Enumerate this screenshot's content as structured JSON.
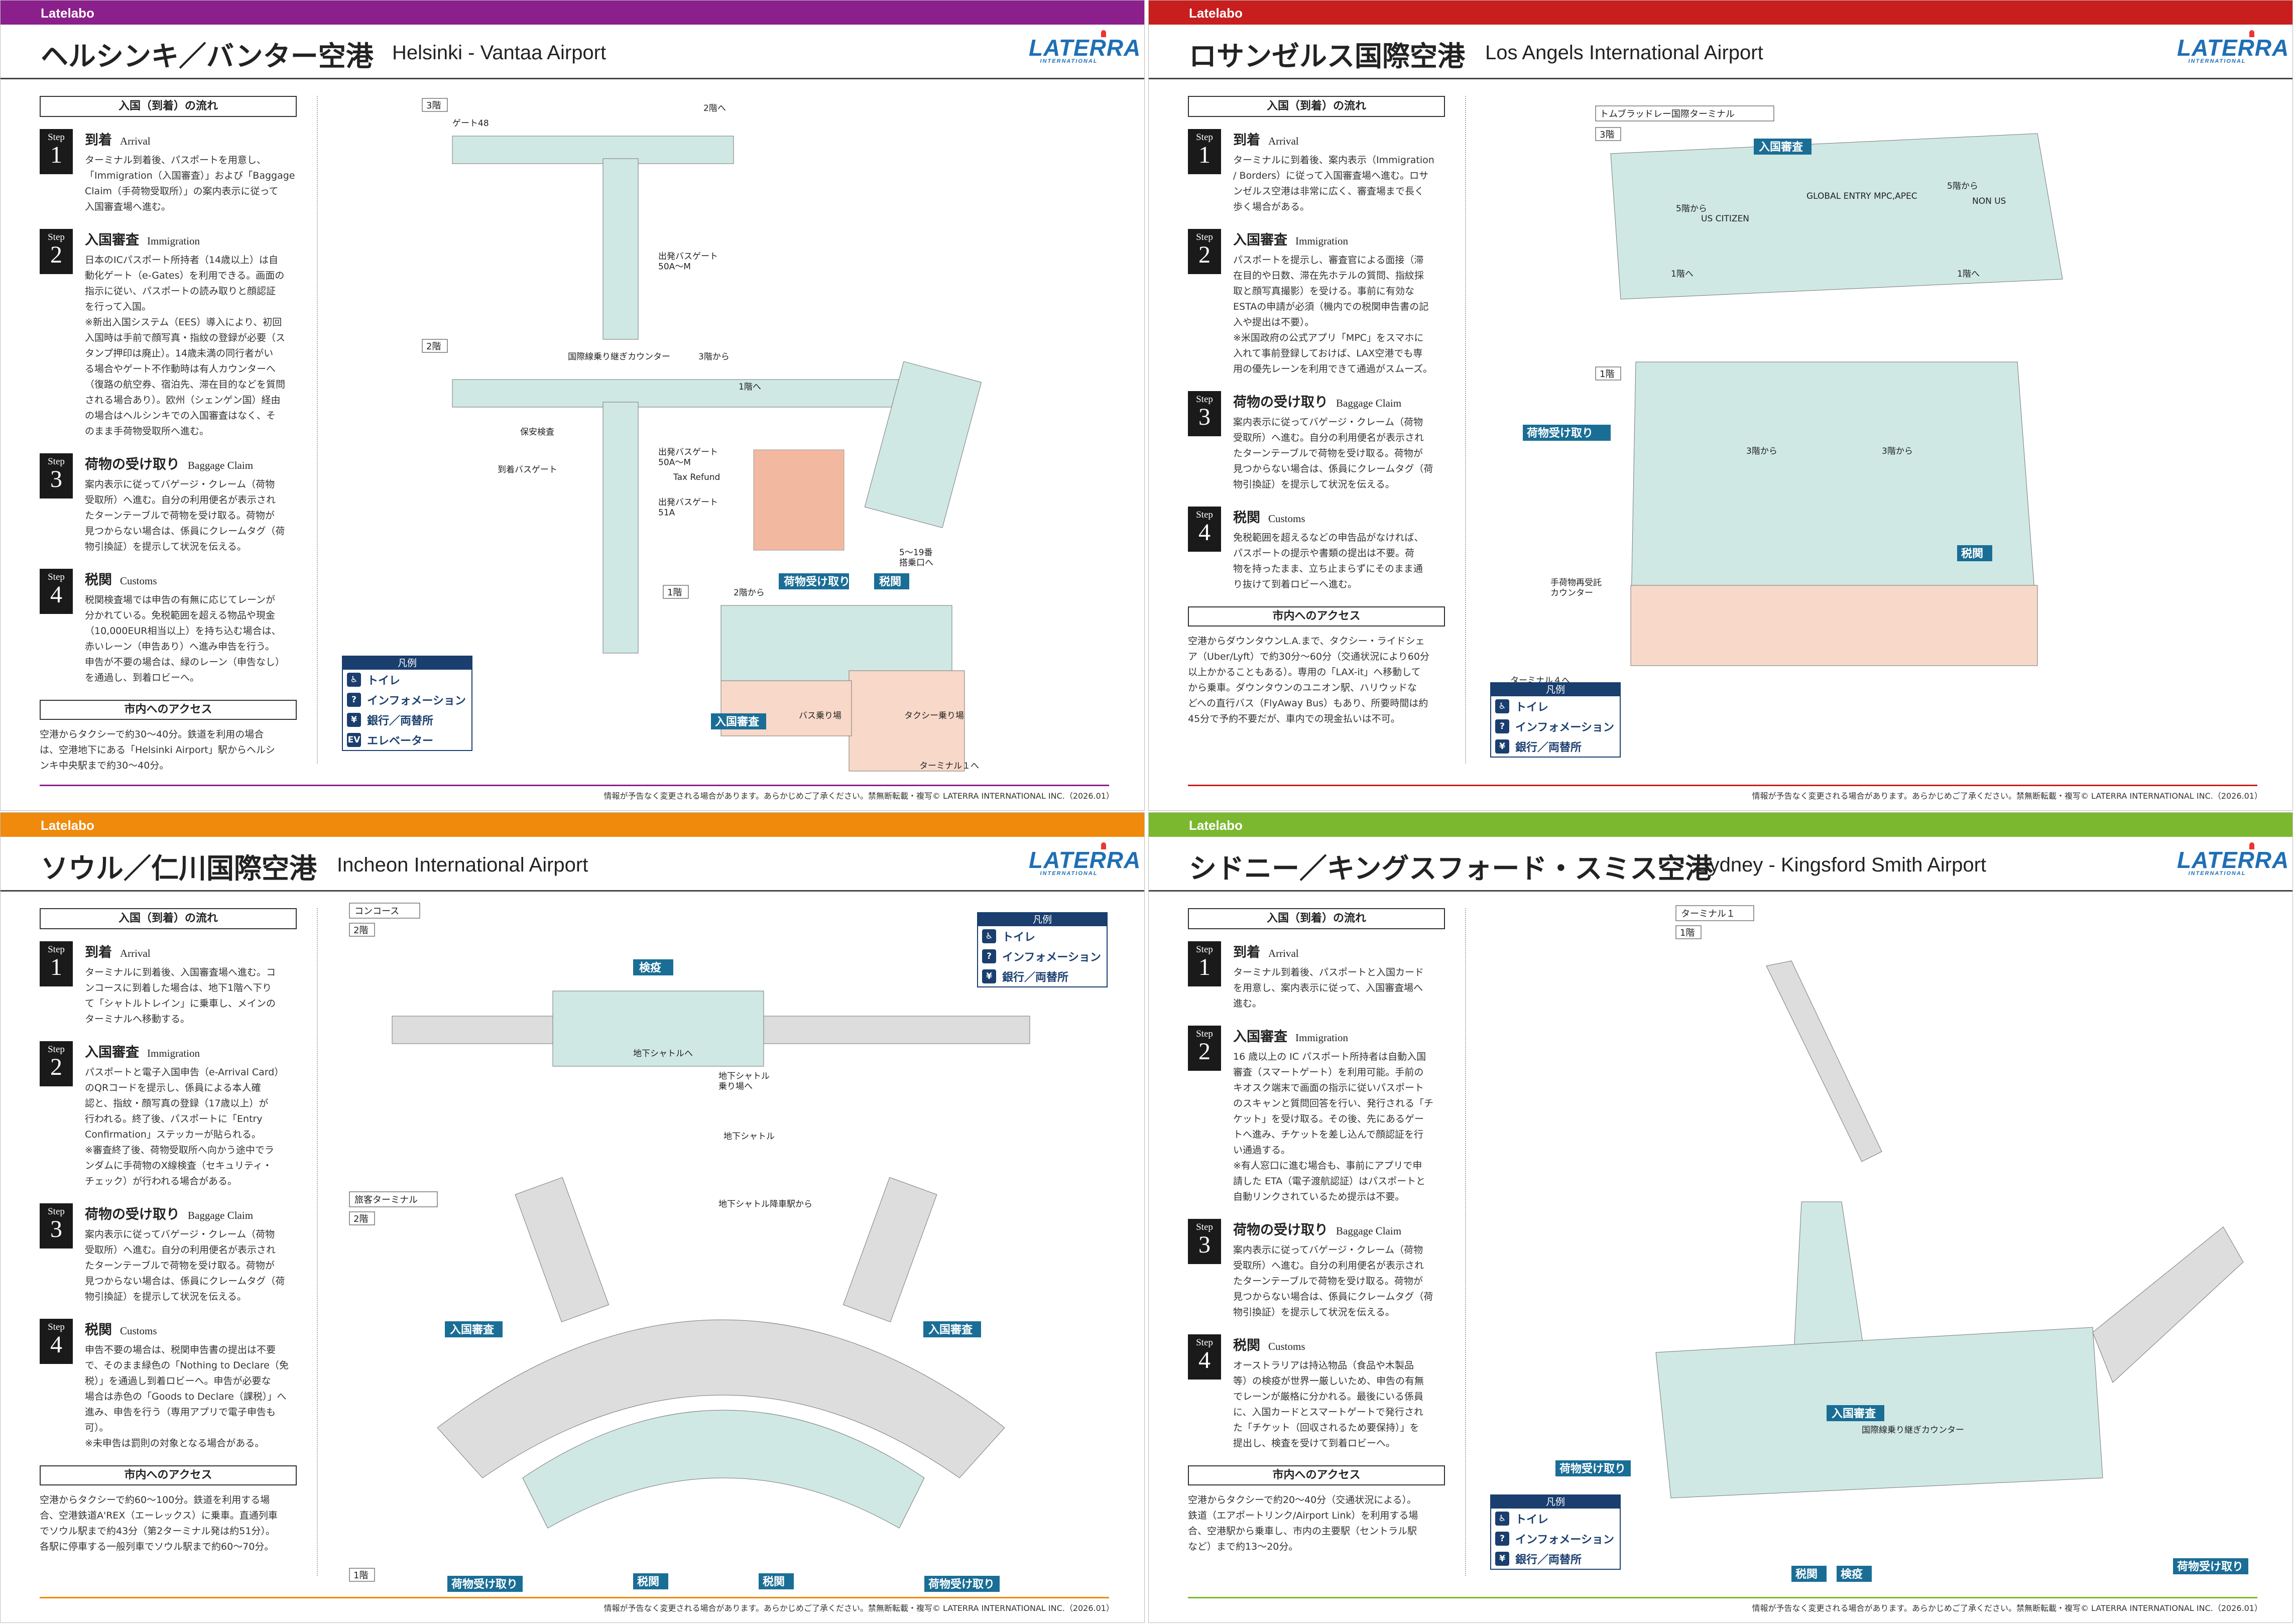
{
  "common": {
    "brand": "Latelabo",
    "logo_big": "LATERRA",
    "logo_small": "INTERNATIONAL",
    "footer": "情報が予告なく変更される場合があります。あらかじめご了承ください。禁無断転載・複写© LATERRA INTERNATIONAL INC.（2026.01）",
    "flow_title": "入国（到着）の流れ",
    "access_title": "市内へのアクセス",
    "step_word": "Step",
    "legend_head": "凡例",
    "legend_toilet": "トイレ",
    "legend_info": "インフォメーション",
    "legend_bank": "銀行／両替所",
    "legend_ev": "エレベーター"
  },
  "colors": {
    "helsinki": "#8b1f8b",
    "la": "#c81e1e",
    "seoul": "#ef8a0c",
    "sydney": "#7cb82f"
  },
  "pages": [
    {
      "title_ja": "ヘルシンキ／バンター空港",
      "title_en": "Helsinki - Vantaa Airport",
      "steps": [
        {
          "n": "1",
          "ja": "到着",
          "en": "Arrival",
          "body": "ターミナル到着後、パスポートを用意し、\n「Immigration（入国審査）」および「Baggage\nClaim（手荷物受取所）」の案内表示に従って\n入国審査場へ進む。"
        },
        {
          "n": "2",
          "ja": "入国審査",
          "en": "Immigration",
          "body": "日本のICパスポート所持者（14歳以上）は自\n動化ゲート（e-Gates）を利用できる。画面の\n指示に従い、パスポートの読み取りと顔認証\nを行って入国。\n※新出入国システム（EES）導入により、初回\n入国時は手前で顔写真・指紋の登録が必要（ス\nタンプ押印は廃止）。14歳未満の同行者がい\nる場合やゲート不作動時は有人カウンターへ\n（復路の航空券、宿泊先、滞在目的などを質問\nされる場合あり）。欧州（シェンゲン国）経由\nの場合はヘルシンキでの入国審査はなく、そ\nのまま手荷物受取所へ進む。"
        },
        {
          "n": "3",
          "ja": "荷物の受け取り",
          "en": "Baggage Claim",
          "body": "案内表示に従ってバゲージ・クレーム（荷物\n受取所）へ進む。自分の利用便名が表示され\nたターンテーブルで荷物を受け取る。荷物が\n見つからない場合は、係員にクレームタグ（荷\n物引換証）を提示して状況を伝える。"
        },
        {
          "n": "4",
          "ja": "税関",
          "en": "Customs",
          "body": "税関検査場では申告の有無に応じてレーンが\n分かれている。免税範囲を超える物品や現金\n（10,000EUR相当以上）を持ち込む場合は、\n赤いレーン（申告あり）へ進み申告を行う。\n申告が不要の場合は、緑のレーン（申告なし）\nを通過し、到着ロビーへ。"
        }
      ],
      "access": "空港からタクシーで約30〜40分。鉄道を利用の場合\nは、空港地下にある「Helsinki Airport」駅からヘルシ\nンキ中央駅まで約30〜40分。",
      "map": {
        "f3": "3階",
        "f2": "2階",
        "f1": "1階",
        "gate_word": "ゲート48",
        "bus1": "出発バスゲート\n50A〜M",
        "bus2": "出発バスゲート\n50A〜M",
        "bus3": "出発バスゲート\n51A",
        "transfer": "国際線乗り継ぎカウンター",
        "from3": "3階から",
        "to1": "1階へ",
        "to2": "2階へ",
        "security": "保安検査",
        "arrbus": "到着バスゲート",
        "tax": "Tax Refund",
        "gates519": "5〜19番\n搭乗口へ",
        "from2": "2階から",
        "baggage": "荷物受け取り",
        "customs": "税関",
        "immig": "入国審査",
        "bus": "バス乗り場",
        "taxi": "タクシー乗り場",
        "t1": "ターミナル１へ"
      }
    },
    {
      "title_ja": "ロサンゼルス国際空港",
      "title_en": "Los Angels International Airport",
      "steps": [
        {
          "n": "1",
          "ja": "到着",
          "en": "Arrival",
          "body": "ターミナルに到着後、案内表示（Immigration\n/ Borders）に従って入国審査場へ進む。ロサ\nンゼルス空港は非常に広く、審査場まで長く\n歩く場合がある。"
        },
        {
          "n": "2",
          "ja": "入国審査",
          "en": "Immigration",
          "body": "パスポートを提示し、審査官による面接（滞\n在目的や日数、滞在先ホテルの質問、指紋採\n取と顔写真撮影）を受ける。事前に有効な\nESTAの申請が必須（機内での税関申告書の記\n入や提出は不要）。\n※米国政府の公式アプリ「MPC」をスマホに\n入れて事前登録しておけば、LAX空港でも専\n用の優先レーンを利用できて通過がスムーズ。"
        },
        {
          "n": "3",
          "ja": "荷物の受け取り",
          "en": "Baggage Claim",
          "body": "案内表示に従ってバゲージ・クレーム（荷物\n受取所）へ進む。自分の利用便名が表示され\nたターンテーブルで荷物を受け取る。荷物が\n見つからない場合は、係員にクレームタグ（荷\n物引換証）を提示して状況を伝える。"
        },
        {
          "n": "4",
          "ja": "税関",
          "en": "Customs",
          "body": "免税範囲を超えるなどの申告品がなければ、\nパスポートの提示や書類の提出は不要。荷\n物を持ったまま、立ち止まらずにそのまま通\nり抜けて到着ロビーへ進む。"
        }
      ],
      "access": "空港からダウンタウンL.A.まで、タクシー・ライドシェ\nア（Uber/Lyft）で約30分〜60分（交通状況により60分\n以上かかることもある）。専用の「LAX-it」へ移動して\nから乗車。ダウンタウンのユニオン駅、ハリウッドな\nどへの直行バス（FlyAway Bus）もあり、所要時間は約\n45分で予約不要だが、車内での現金払いは不可。",
      "map": {
        "terminal": "トムブラッドレー国際ターミナル",
        "f3": "3階",
        "f1": "1階",
        "immig": "入国審査",
        "us": "US CITIZEN",
        "global": "GLOBAL ENTRY MPC,APEC",
        "nonus": "NON US",
        "from5a": "5階から",
        "from5b": "5階から",
        "to1a": "1階へ",
        "to1b": "1階へ",
        "from3a": "3階から",
        "from3b": "3階から",
        "baggage": "荷物受け取り",
        "customs": "税関",
        "luggage": "手荷物再受託\nカウンター",
        "t4": "ターミナル４へ"
      }
    },
    {
      "title_ja": "ソウル／仁川国際空港",
      "title_en": "Incheon International Airport",
      "steps": [
        {
          "n": "1",
          "ja": "到着",
          "en": "Arrival",
          "body": "ターミナルに到着後、入国審査場へ進む。コ\nンコースに到着した場合は、地下1階へ下り\nて「シャトルトレイン」に乗車し、メインの\nターミナルへ移動する。"
        },
        {
          "n": "2",
          "ja": "入国審査",
          "en": "Immigration",
          "body": "パスポートと電子入国申告（e-Arrival Card）\nのQRコードを提示し、係員による本人確\n認と、指紋・顔写真の登録（17歳以上）が\n行われる。終了後、パスポートに「Entry\nConfirmation」ステッカーが貼られる。\n※審査終了後、荷物受取所へ向かう途中でラ\nンダムに手荷物のX線検査（セキュリティ・\nチェック）が行われる場合がある。"
        },
        {
          "n": "3",
          "ja": "荷物の受け取り",
          "en": "Baggage Claim",
          "body": "案内表示に従ってバゲージ・クレーム（荷物\n受取所）へ進む。自分の利用便名が表示され\nたターンテーブルで荷物を受け取る。荷物が\n見つからない場合は、係員にクレームタグ（荷\n物引換証）を提示して状況を伝える。"
        },
        {
          "n": "4",
          "ja": "税関",
          "en": "Customs",
          "body": "申告不要の場合は、税関申告書の提出は不要\nで、そのまま緑色の「Nothing to Declare（免\n税）」を通過し到着ロビーへ。申告が必要な\n場合は赤色の「Goods to Declare（課税）」へ\n進み、申告を行う（専用アプリで電子申告も\n可）。\n※未申告は罰則の対象となる場合がある。"
        }
      ],
      "access": "空港からタクシーで約60〜100分。鉄道を利用する場\n合、空港鉄道A'REX（エーレックス）に乗車。直通列車\nでソウル駅まで約43分（第2ターミナル発は約51分）。\n各駅に停車する一般列車でソウル駅まで約60〜70分。",
      "map": {
        "concourse": "コンコース",
        "f2a": "2階",
        "quarantine": "検疫",
        "ug": "地下シャトルへ",
        "ug_ride": "地下シャトル\n乗り場へ",
        "ug_shuttle": "地下シャトル",
        "ug_from": "地下シャトル降車駅から",
        "pterm": "旅客ターミナル",
        "f2b": "2階",
        "immig": "入国審査",
        "f1": "1階",
        "baggage": "荷物受け取り",
        "customs": "税関"
      }
    },
    {
      "title_ja": "シドニー／キングスフォード・スミス空港",
      "title_en": "Sydney - Kingsford Smith Airport",
      "steps": [
        {
          "n": "1",
          "ja": "到着",
          "en": "Arrival",
          "body": "ターミナル到着後、パスポートと入国カード\nを用意し、案内表示に従って、入国審査場へ\n進む。"
        },
        {
          "n": "2",
          "ja": "入国審査",
          "en": "Immigration",
          "body": "16 歳以上の IC パスポート所持者は自動入国\n審査（スマートゲート）を利用可能。手前の\nキオスク端末で画面の指示に従いパスポート\nのスキャンと質問回答を行い、発行される「チ\nケット」を受け取る。その後、先にあるゲー\nトへ進み、チケットを差し込んで顔認証を行\nい通過する。\n※有人窓口に進む場合も、事前にアプリで申\n請した ETA（電子渡航認証）はパスポートと\n自動リンクされているため提示は不要。"
        },
        {
          "n": "3",
          "ja": "荷物の受け取り",
          "en": "Baggage Claim",
          "body": "案内表示に従ってバゲージ・クレーム（荷物\n受取所）へ進む。自分の利用便名が表示され\nたターンテーブルで荷物を受け取る。荷物が\n見つからない場合は、係員にクレームタグ（荷\n物引換証）を提示して状況を伝える。"
        },
        {
          "n": "4",
          "ja": "税関",
          "en": "Customs",
          "body": "オーストラリアは持込物品（食品や木製品\n等）の検疫が世界一厳しいため、申告の有無\nでレーンが厳格に分かれる。最後にいる係員\nに、入国カードとスマートゲートで発行され\nた「チケット（回収されるため要保持）」を\n提出し、検査を受けて到着ロビーへ。"
        }
      ],
      "access": "空港からタクシーで約20〜40分（交通状況による）。\n鉄道（エアポートリンク/Airport Link）を利用する場\n合、空港駅から乗車し、市内の主要駅（セントラル駅\nなど）まで約13〜20分。",
      "map": {
        "terminal": "ターミナル１",
        "f1": "1階",
        "immig": "入国審査",
        "transfer": "国際線乗り継ぎカウンター",
        "baggage1": "荷物受け取り",
        "baggage2": "荷物受け取り",
        "customs": "税関",
        "quarantine": "検疫"
      }
    }
  ]
}
